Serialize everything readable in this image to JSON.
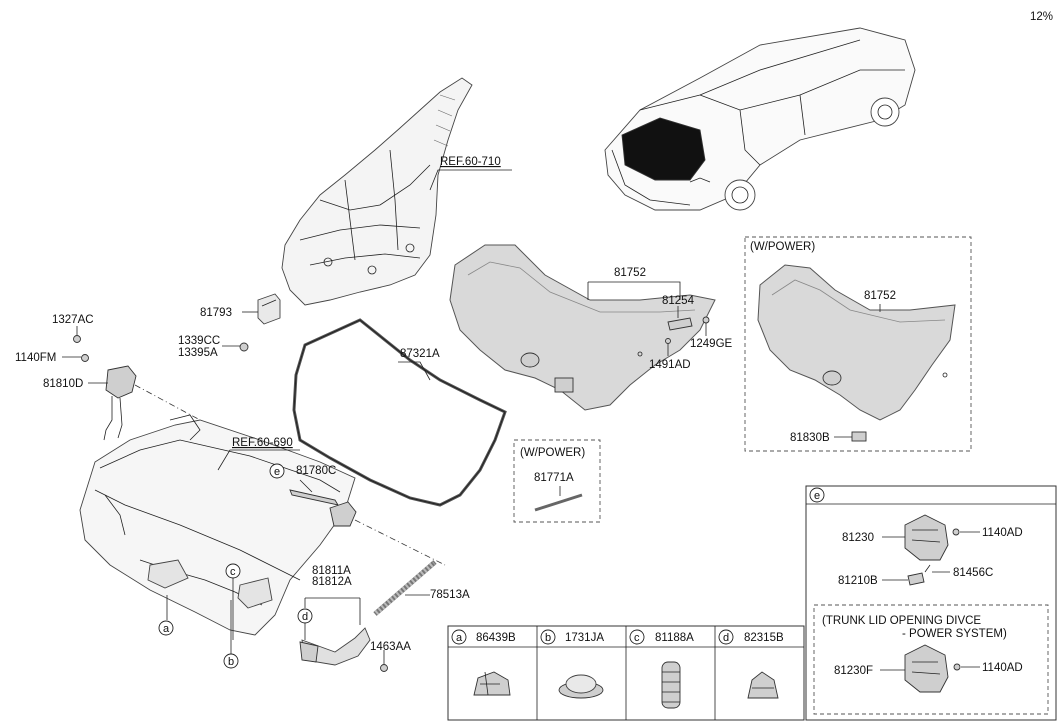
{
  "zoom": "12%",
  "refs": {
    "ref_710": "REF.60-710",
    "ref_690": "REF.60-690"
  },
  "labels": {
    "p81793": "81793",
    "p1327AC": "1327AC",
    "p1140FM": "1140FM",
    "p81810D": "81810D",
    "p1339CC": "1339CC",
    "p13395A": "13395A",
    "p87321A": "87321A",
    "p81752": "81752",
    "p81254": "81254",
    "p1249GE": "1249GE",
    "p1491AD": "1491AD",
    "p81780C": "81780C",
    "p81811A": "81811A",
    "p81812A": "81812A",
    "p78513A": "78513A",
    "p1463AA": "1463AA",
    "p81771A": "81771A",
    "p81752b": "81752",
    "p81830B": "81830B",
    "p81230": "81230",
    "p1140AD": "1140AD",
    "p81210B": "81210B",
    "p81456C": "81456C",
    "p81230F": "81230F",
    "p1140AD2": "1140AD"
  },
  "boxes": {
    "wpower_small": "(W/POWER)",
    "wpower_large": "(W/POWER)",
    "trunk_title_1": "(TRUNK LID OPENING DIVCE",
    "trunk_title_2": "- POWER SYSTEM)"
  },
  "callouts": {
    "a": "a",
    "b": "b",
    "c": "c",
    "d": "d",
    "e": "e"
  },
  "legend": [
    {
      "letter": "a",
      "part": "86439B"
    },
    {
      "letter": "b",
      "part": "1731JA"
    },
    {
      "letter": "c",
      "part": "81188A"
    },
    {
      "letter": "d",
      "part": "82315B"
    }
  ],
  "e_box_letter": "e"
}
